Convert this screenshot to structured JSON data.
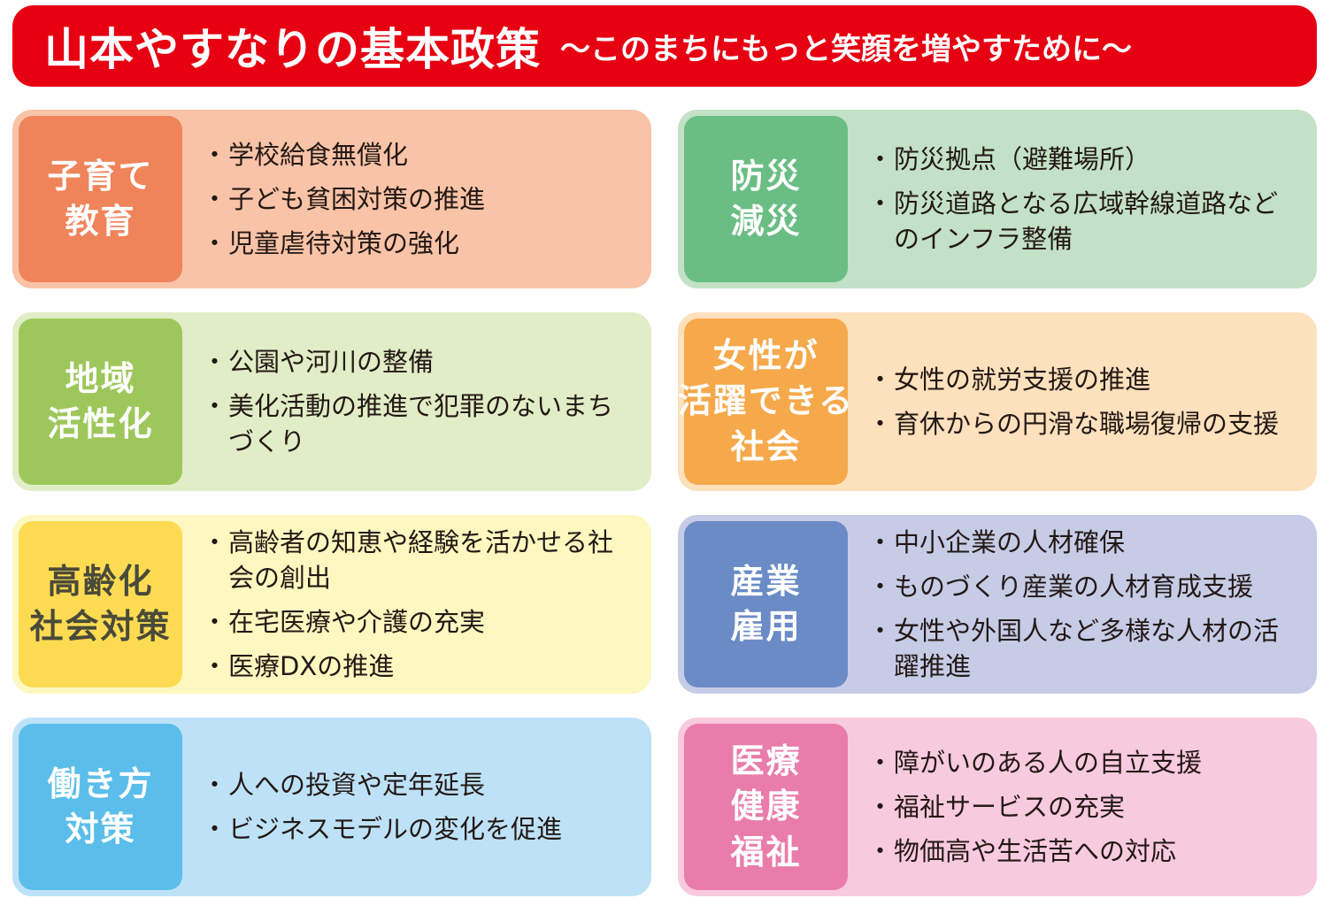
{
  "header": {
    "title": "山本やすなりの基本政策",
    "subtitle": "〜このまちにもっと笑顔を増やすために〜"
  },
  "policies": [
    {
      "label_lines": [
        "子育て",
        "教育"
      ],
      "items": [
        "学校給食無償化",
        "子ども貧困対策の推進",
        "児童虐待対策の強化"
      ]
    },
    {
      "label_lines": [
        "防災",
        "減災"
      ],
      "items": [
        "防災拠点（避難場所）",
        "防災道路となる広域幹線道路などのインフラ整備"
      ]
    },
    {
      "label_lines": [
        "地域",
        "活性化"
      ],
      "items": [
        "公園や河川の整備",
        "美化活動の推進で犯罪のないまちづくり"
      ]
    },
    {
      "label_lines": [
        "女性が",
        "活躍できる",
        "社会"
      ],
      "items": [
        "女性の就労支援の推進",
        "育休からの円滑な職場復帰の支援"
      ]
    },
    {
      "label_lines": [
        "高齢化",
        "社会対策"
      ],
      "items": [
        "高齢者の知恵や経験を活かせる社会の創出",
        "在宅医療や介護の充実",
        "医療DXの推進"
      ]
    },
    {
      "label_lines": [
        "産業",
        "雇用"
      ],
      "items": [
        "中小企業の人材確保",
        "ものづくり産業の人材育成支援",
        "女性や外国人など多様な人材の活躍推進"
      ]
    },
    {
      "label_lines": [
        "働き方",
        "対策"
      ],
      "items": [
        "人への投資や定年延長",
        "ビジネスモデルの変化を促進"
      ]
    },
    {
      "label_lines": [
        "医療",
        "健康",
        "福祉"
      ],
      "items": [
        "障がいのある人の自立支援",
        "福祉サービスの充実",
        "物価高や生活苦への対応"
      ]
    }
  ],
  "colors": {
    "banner": "#e60012",
    "childcare_label": "#ef845a",
    "disaster_label": "#6abd83",
    "community_label": "#9dc75a",
    "women_label": "#f5a94b",
    "aging_label": "#fcdb52",
    "industry_label": "#6b8bc7",
    "workstyle_label": "#5bbde9",
    "welfare_label": "#e97caa"
  }
}
